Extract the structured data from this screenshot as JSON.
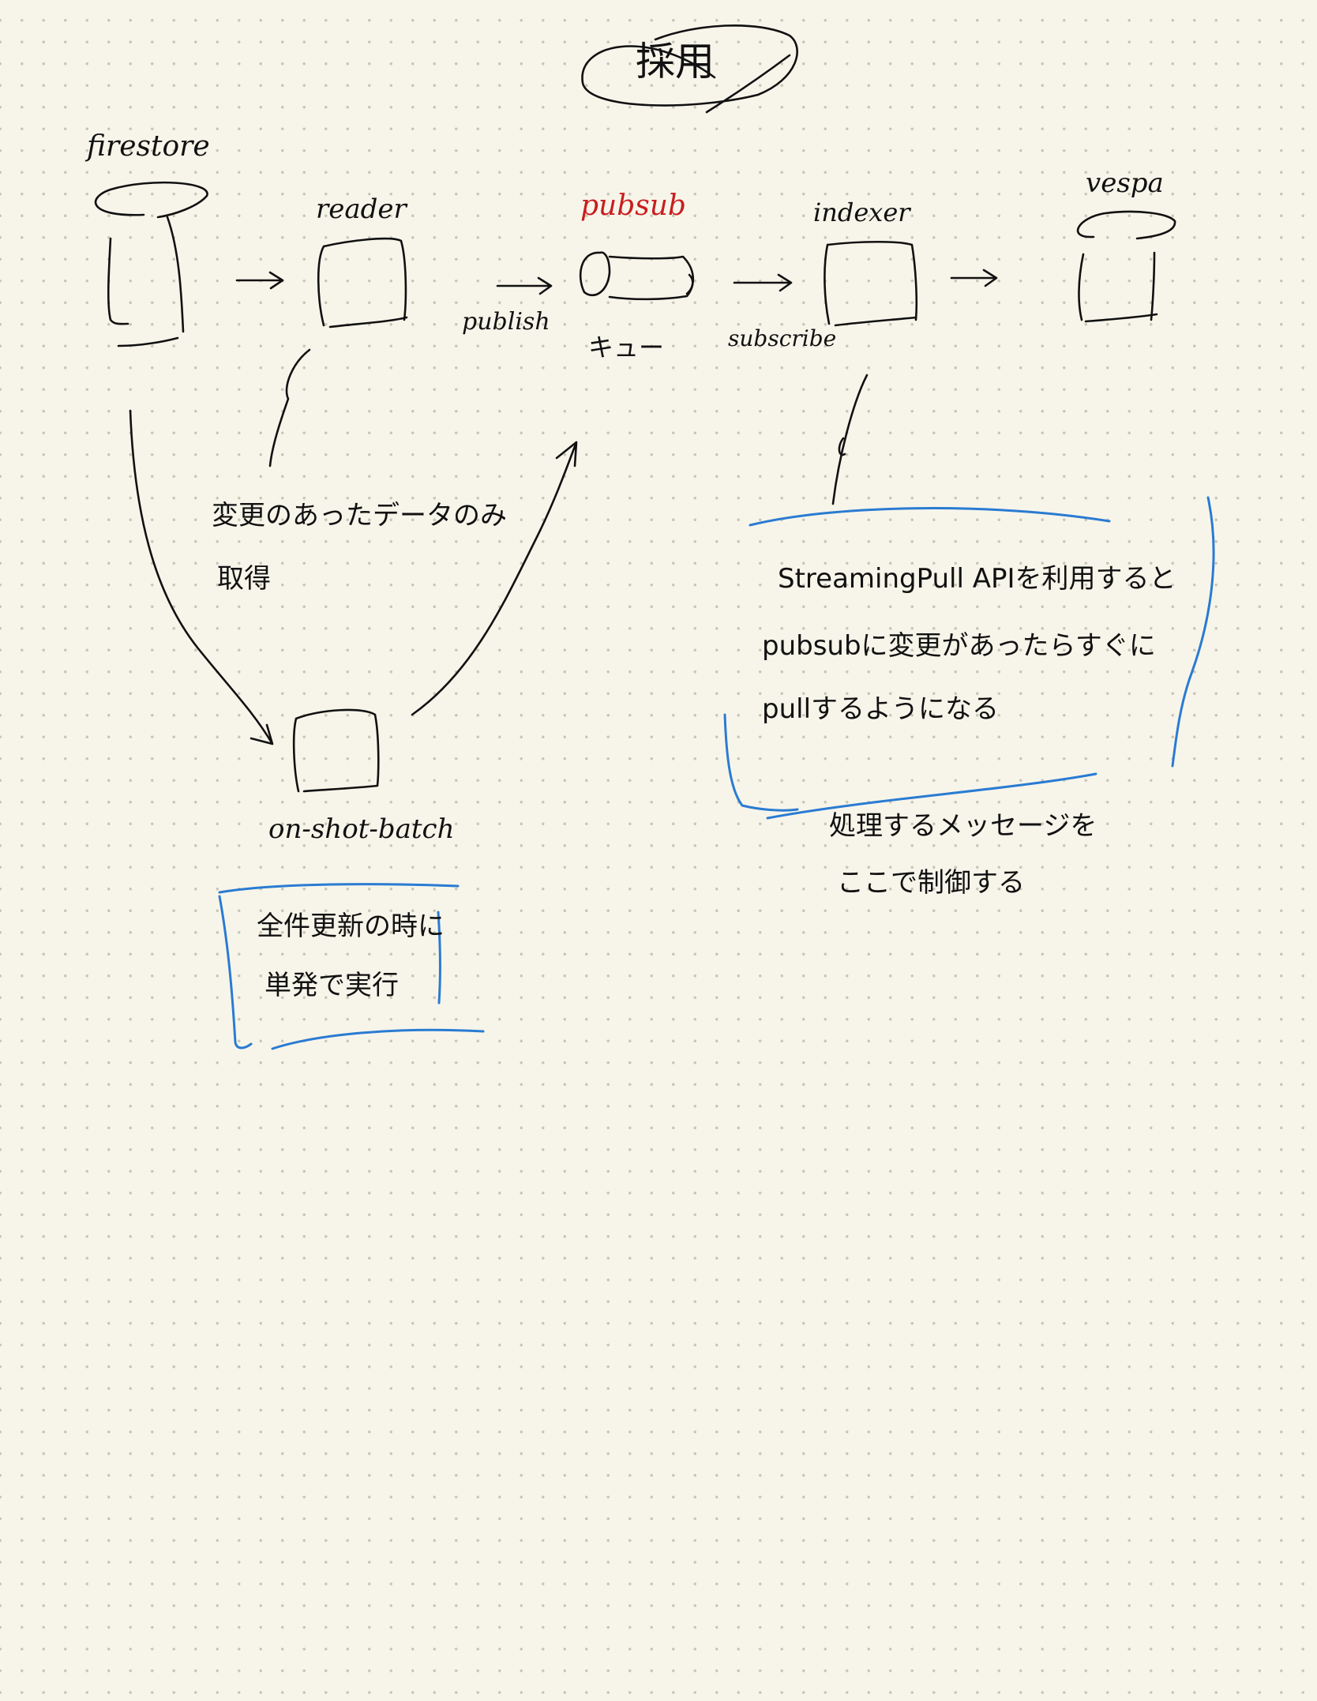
{
  "title": "採用",
  "nodes": {
    "firestore": "firestore",
    "reader": "reader",
    "pubsub": "pubsub",
    "indexer": "indexer",
    "vespa": "vespa",
    "batch": "on-shot-batch"
  },
  "labels": {
    "publish": "publish",
    "queue": "キュー",
    "subscribe": "subscribe"
  },
  "notes": {
    "reader_note_1": "変更のあったデータのみ",
    "reader_note_2": "取得",
    "indexer_note_1": "StreamingPull APIを利用すると",
    "indexer_note_2": "pubsubに変更があったらすぐに",
    "indexer_note_3": "pullするようになる",
    "indexer_sub_1": "処理するメッセージを",
    "indexer_sub_2": "ここで制御する",
    "batch_note_1": "全件更新の時に",
    "batch_note_2": "単発で実行"
  },
  "colors": {
    "ink": "#111111",
    "accent_red": "#c81e1e",
    "accent_blue": "#2a7bd2"
  }
}
